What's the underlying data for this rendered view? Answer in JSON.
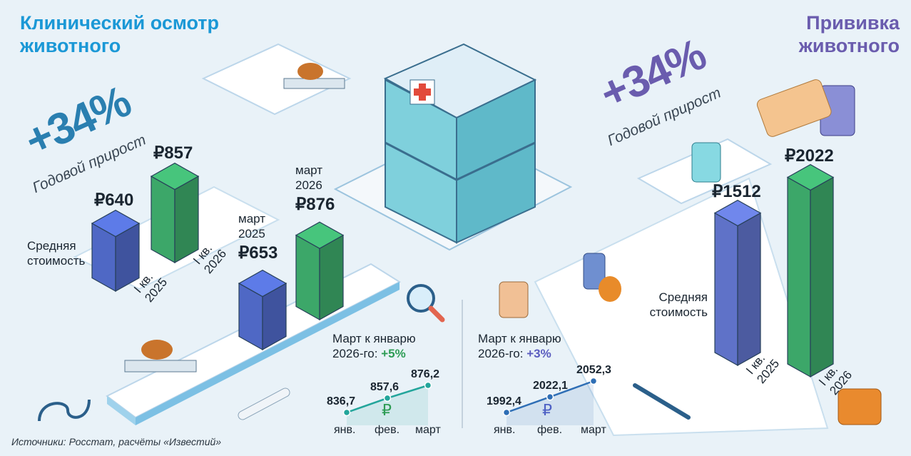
{
  "colors": {
    "left_title": "#1b98d6",
    "right_title": "#6a5cae",
    "bar_blue": "#4f68c5",
    "bar_green": "#3ca769",
    "bar_violet": "#5f72c8",
    "line_teal": "#23a59b",
    "line_blue": "#2e6eb5",
    "pct_green": "#2e9c55",
    "pct_violet": "#5a5cbf"
  },
  "left": {
    "title_line1": "Клинический осмотр",
    "title_line2": "животного",
    "growth_pct": "+34%",
    "growth_label": "Годовой прирост",
    "avg_label_line1": "Средняя",
    "avg_label_line2": "стоимость",
    "monthly_note_line1": "Март к январю",
    "monthly_note_line2_prefix": "2026-го:",
    "monthly_note_pct": "+5%"
  },
  "right": {
    "title_line1": "Прививка",
    "title_line2": "животного",
    "growth_pct": "+34%",
    "growth_label": "Годовой прирост",
    "avg_label_line1": "Средняя",
    "avg_label_line2": "стоимость",
    "monthly_note_line1": "Март к январю",
    "monthly_note_line2_prefix": "2026-го:",
    "monthly_note_pct": "+3%"
  },
  "ruble_glyph": "₽",
  "source": "Источники: Росстат, расчёты «Известий»",
  "chart_data": [
    {
      "id": "exam_quarterly",
      "type": "bar",
      "categories": [
        "I кв. 2025",
        "I кв. 2026"
      ],
      "category_lines": [
        [
          "I кв.",
          "2025"
        ],
        [
          "I кв.",
          "2026"
        ]
      ],
      "values": [
        640,
        857
      ],
      "value_labels": [
        "₽640",
        "₽857"
      ]
    },
    {
      "id": "exam_march",
      "type": "bar",
      "categories": [
        "март 2025",
        "март 2026"
      ],
      "category_lines": [
        [
          "март",
          "2025"
        ],
        [
          "март",
          "2026"
        ]
      ],
      "values": [
        653,
        876
      ],
      "value_labels": [
        "₽653",
        "₽876"
      ]
    },
    {
      "id": "exam_monthly",
      "type": "line",
      "categories": [
        "янв.",
        "фев.",
        "март"
      ],
      "values": [
        836.7,
        857.6,
        876.2
      ],
      "value_labels": [
        "836,7",
        "857,6",
        "876,2"
      ]
    },
    {
      "id": "vaccine_monthly",
      "type": "line",
      "categories": [
        "янв.",
        "фев.",
        "март"
      ],
      "values": [
        1992.4,
        2022.1,
        2052.3
      ],
      "value_labels": [
        "1992,4",
        "2022,1",
        "2052,3"
      ]
    },
    {
      "id": "vaccine_quarterly",
      "type": "bar",
      "categories": [
        "I кв. 2025",
        "I кв. 2026"
      ],
      "values": [
        1512,
        2022
      ],
      "value_labels": [
        "₽1512",
        "₽2022"
      ]
    }
  ]
}
